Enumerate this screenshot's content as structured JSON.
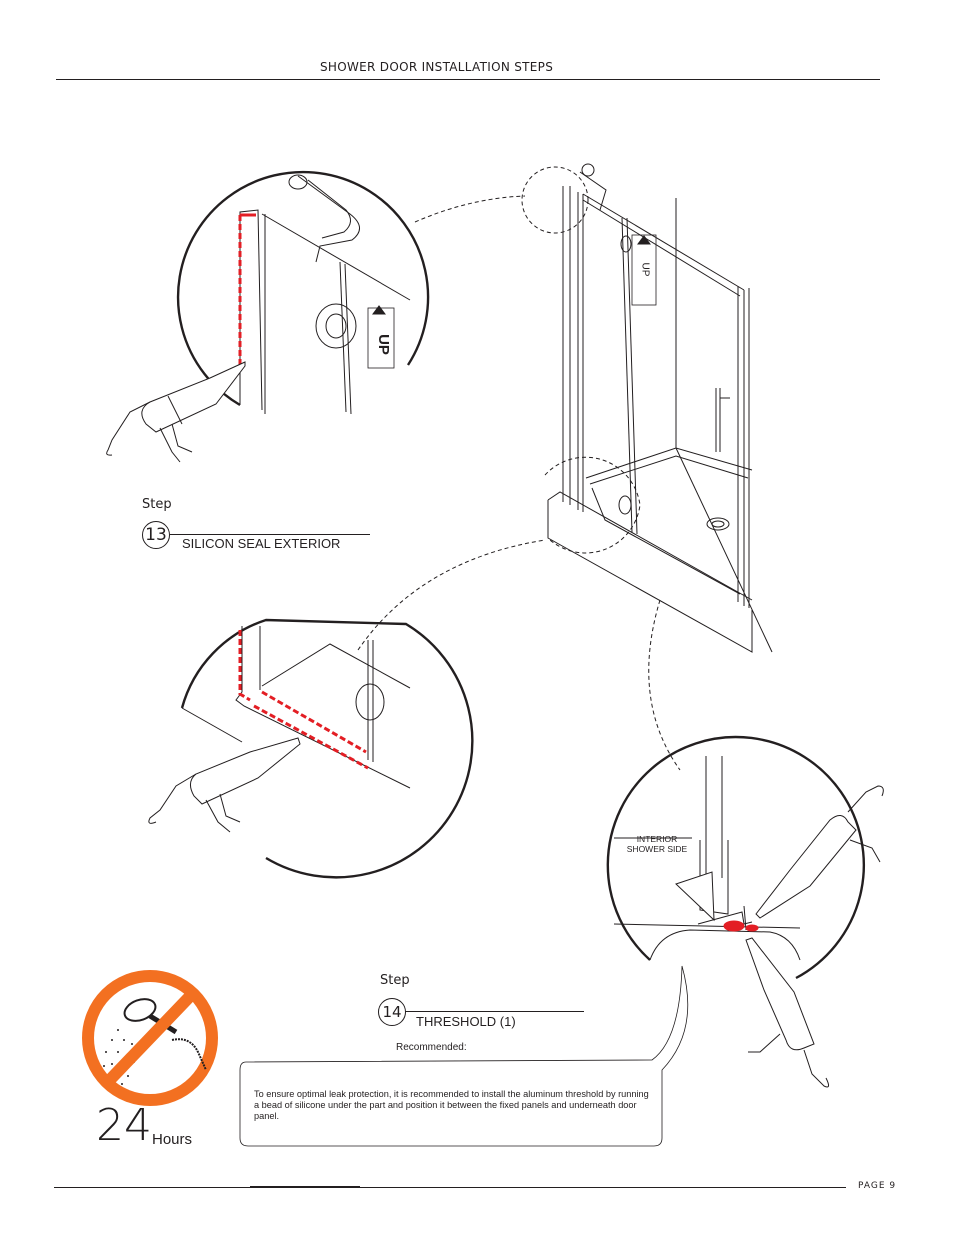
{
  "header": {
    "title": "SHOWER DOOR INSTALLATION STEPS"
  },
  "step13": {
    "word": "Step",
    "number": "13",
    "label": "SILICON SEAL EXTERIOR"
  },
  "step14": {
    "word": "Step",
    "number": "14",
    "label": "THRESHOLD (1)",
    "recommended": "Recommended:"
  },
  "note": {
    "text": "To ensure optimal leak protection, it is recommended to install the aluminum threshold by running a bead of silicone under the part and position it between the fixed panels and underneath door panel."
  },
  "wait": {
    "number": "24",
    "unit": "Hours"
  },
  "diagram": {
    "door_label": "UP",
    "interior_label_1": "INTERIOR",
    "interior_label_2": "SHOWER SIDE"
  },
  "footer": {
    "page": "PAGE 9"
  },
  "colors": {
    "seal": "#e31e24",
    "no_sign": "#f37021",
    "ink": "#231f20"
  }
}
